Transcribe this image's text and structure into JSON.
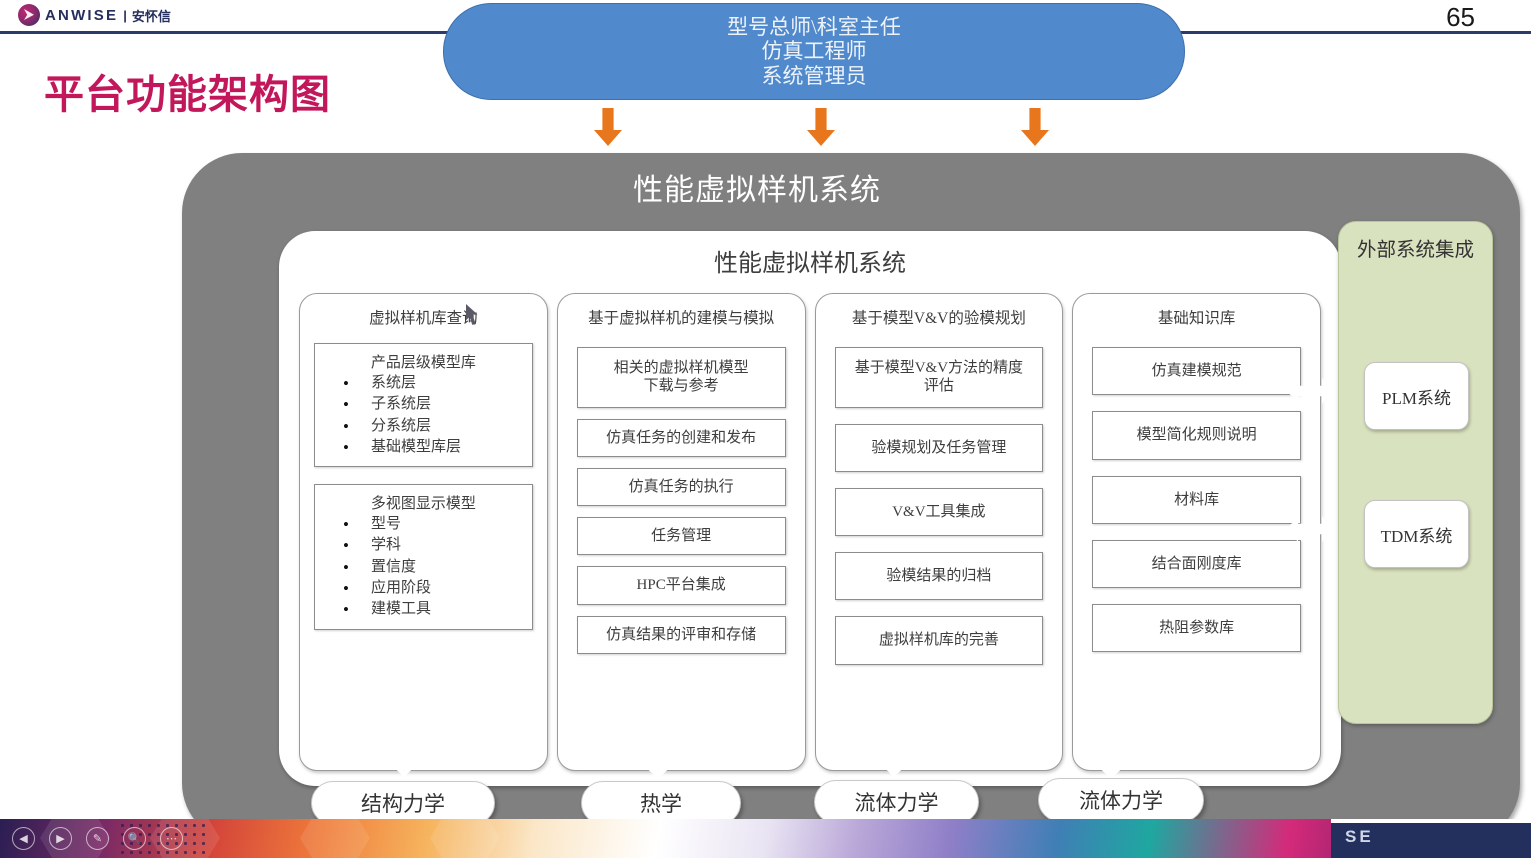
{
  "header": {
    "brand_latin": "ANWISE",
    "brand_divider": "|",
    "brand_cn": "安怀信",
    "page_number": "65"
  },
  "slide": {
    "title": "平台功能架构图"
  },
  "roles_box": {
    "lines": [
      "型号总师\\科室主任",
      "仿真工程师",
      "系统管理员"
    ],
    "color": "#5089cc"
  },
  "outer_container": {
    "title": "性能虚拟样机系统",
    "color": "#808080"
  },
  "inner_panel": {
    "title": "性能虚拟样机系统"
  },
  "columns": [
    {
      "title": "虚拟样机库查询",
      "groups": [
        {
          "heading": "产品层级模型库",
          "items": [
            "系统层",
            "子系统层",
            "分系统层",
            "基础模型库层"
          ]
        },
        {
          "heading": "多视图显示模型",
          "items": [
            "型号",
            "学科",
            "置信度",
            "应用阶段",
            "建模工具"
          ]
        }
      ]
    },
    {
      "title": "基于虚拟样机的建模与模拟",
      "cells": [
        "相关的虚拟样机模型\n下载与参考",
        "仿真任务的创建和发布",
        "仿真任务的执行",
        "任务管理",
        "HPC平台集成",
        "仿真结果的评审和存储"
      ]
    },
    {
      "title": "基于模型V&V的验模规划",
      "cells": [
        "基于模型V&V方法的精度\n评估",
        "验模规划及任务管理",
        "V&V工具集成",
        "验模结果的归档",
        "虚拟样机库的完善"
      ]
    },
    {
      "title": "基础知识库",
      "cells": [
        "仿真建模规范",
        "模型简化规则说明",
        "材料库",
        "结合面刚度库",
        "热阻参数库"
      ]
    }
  ],
  "external_panel": {
    "title": "外部系统集成",
    "color": "#d9e2bf",
    "systems": [
      "PLM系统",
      "TDM系统"
    ]
  },
  "disciplines": [
    "结构力学",
    "热学",
    "流体力学",
    "流体力学"
  ],
  "taskbar": {
    "icons": [
      "prev-icon",
      "next-icon",
      "pen-icon",
      "zoom-icon",
      "more-icon"
    ],
    "right_label": "SE"
  }
}
